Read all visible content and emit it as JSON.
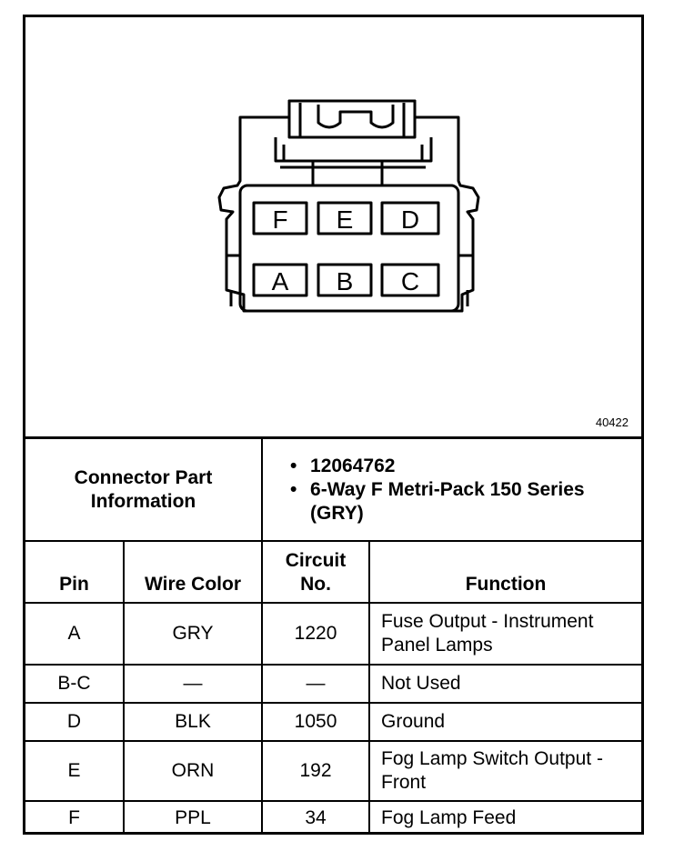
{
  "figure": {
    "id": "40422",
    "connector": {
      "top_row": [
        "F",
        "E",
        "D"
      ],
      "bottom_row": [
        "A",
        "B",
        "C"
      ]
    }
  },
  "connector_info": {
    "label": "Connector Part Information",
    "items": [
      "12064762",
      "6-Way F Metri-Pack 150 Series (GRY)"
    ]
  },
  "table": {
    "headers": {
      "pin": "Pin",
      "wire_color": "Wire Color",
      "circuit": "Circuit No.",
      "function": "Function"
    },
    "rows": [
      {
        "pin": "A",
        "wire_color": "GRY",
        "circuit": "1220",
        "function": "Fuse Output - Instrument Panel Lamps"
      },
      {
        "pin": "B-C",
        "wire_color": "—",
        "circuit": "—",
        "function": "Not Used"
      },
      {
        "pin": "D",
        "wire_color": "BLK",
        "circuit": "1050",
        "function": "Ground"
      },
      {
        "pin": "E",
        "wire_color": "ORN",
        "circuit": "192",
        "function": "Fog Lamp Switch Output - Front"
      },
      {
        "pin": "F",
        "wire_color": "PPL",
        "circuit": "34",
        "function": "Fog Lamp Feed"
      }
    ]
  }
}
